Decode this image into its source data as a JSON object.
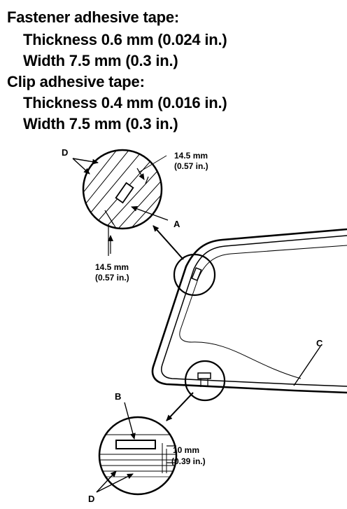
{
  "specs": {
    "fastener_heading": "Fastener adhesive tape:",
    "fastener_thickness": "Thickness 0.6 mm (0.024 in.)",
    "fastener_width": "Width 7.5 mm (0.3 in.)",
    "clip_heading": "Clip adhesive tape:",
    "clip_thickness": "Thickness 0.4 mm (0.016 in.)",
    "clip_width": "Width 7.5 mm (0.3 in.)"
  },
  "callouts": {
    "A": "A",
    "B": "B",
    "C": "C",
    "D_top": "D",
    "D_bottom": "D"
  },
  "dimensions": {
    "top_right_mm": "14.5 mm",
    "top_right_in": "(0.57 in.)",
    "top_left_mm": "14.5 mm",
    "top_left_in": "(0.57 in.)",
    "bottom_mm": "10 mm",
    "bottom_in": "(0.39 in.)"
  },
  "colors": {
    "ink": "#000000",
    "paper": "#ffffff"
  }
}
